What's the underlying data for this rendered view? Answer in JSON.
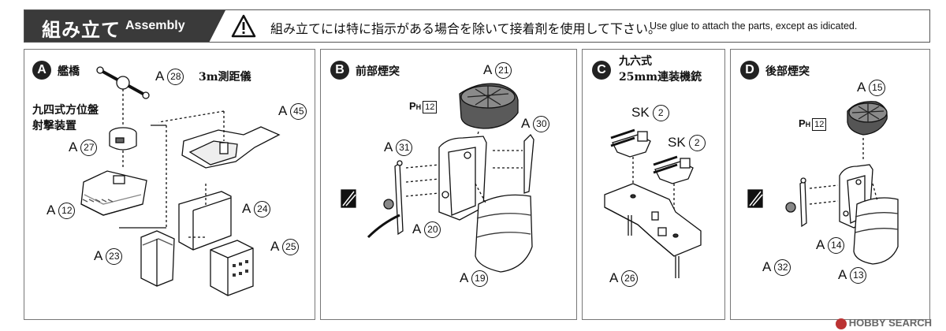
{
  "header": {
    "title_jp": "組み立て",
    "title_en": "Assembly",
    "warning_jp": "組み立てには特に指示がある場合を除いて接着剤を使用して下さい。",
    "warning_en": "Use glue to attach the parts, except as idicated."
  },
  "panels": {
    "a": {
      "badge": "A",
      "title": "艦橋",
      "subtitle_line1": "九四式方位盤",
      "subtitle_line2": "射撃装置",
      "rangefinder_label": "3m測距儀",
      "parts": [
        {
          "prefix": "A",
          "num": "28"
        },
        {
          "prefix": "A",
          "num": "27"
        },
        {
          "prefix": "A",
          "num": "45"
        },
        {
          "prefix": "A",
          "num": "12"
        },
        {
          "prefix": "A",
          "num": "24"
        },
        {
          "prefix": "A",
          "num": "23"
        },
        {
          "prefix": "A",
          "num": "25"
        }
      ]
    },
    "b": {
      "badge": "B",
      "title": "前部煙突",
      "ph_main": "P",
      "ph_sub": "H",
      "ph_num": "12",
      "parts": [
        {
          "prefix": "A",
          "num": "21"
        },
        {
          "prefix": "A",
          "num": "30"
        },
        {
          "prefix": "A",
          "num": "31"
        },
        {
          "prefix": "A",
          "num": "20"
        },
        {
          "prefix": "A",
          "num": "19"
        }
      ]
    },
    "c": {
      "badge": "C",
      "title_line1": "九六式",
      "title_line2": "25mm連装機銃",
      "parts": [
        {
          "prefix": "SK",
          "num": "2"
        },
        {
          "prefix": "SK",
          "num": "2"
        },
        {
          "prefix": "A",
          "num": "26"
        }
      ]
    },
    "d": {
      "badge": "D",
      "title": "後部煙突",
      "ph_main": "P",
      "ph_sub": "H",
      "ph_num": "12",
      "parts": [
        {
          "prefix": "A",
          "num": "15"
        },
        {
          "prefix": "A",
          "num": "32"
        },
        {
          "prefix": "A",
          "num": "14"
        },
        {
          "prefix": "A",
          "num": "13"
        }
      ]
    }
  },
  "watermark": "HOBBY SEARCH"
}
